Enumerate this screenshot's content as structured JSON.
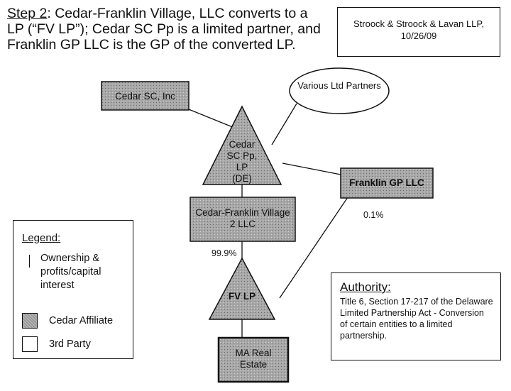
{
  "title": {
    "step": "Step 2",
    "text": ": Cedar-Franklin Village, LLC converts to a LP (“FV LP”); Cedar SC Pp is a limited partner, and Franklin GP LLC is the GP of the converted LP."
  },
  "stamp": {
    "line1": "Stroock & Stroock & Lavan LLP,",
    "line2": "10/26/09"
  },
  "entities": {
    "cedar_sc_inc": "Cedar SC, Inc",
    "various_ltd_partners": "Various Ltd Partners",
    "cedar_sc_pp": "Cedar SC Pp, LP (DE)",
    "franklin_gp": "Franklin GP LLC",
    "cfv2": "Cedar-Franklin Village 2 LLC",
    "fv_lp": "FV LP",
    "ma_real_estate": "MA Real Estate"
  },
  "percentages": {
    "franklin": "0.1%",
    "cfv2": "99.9%"
  },
  "legend": {
    "title": "Legend:",
    "ownership": "Ownership & profits/capital interest",
    "affiliate": "Cedar Affiliate",
    "third_party": "3rd Party"
  },
  "authority": {
    "title": "Authority:",
    "body": "Title 6, Section 17-217 of the Delaware Limited Partnership Act - Conversion of certain entities to a limited partnership."
  },
  "colors": {
    "affiliate_fill": "#a8a8a8",
    "line": "#111111"
  }
}
